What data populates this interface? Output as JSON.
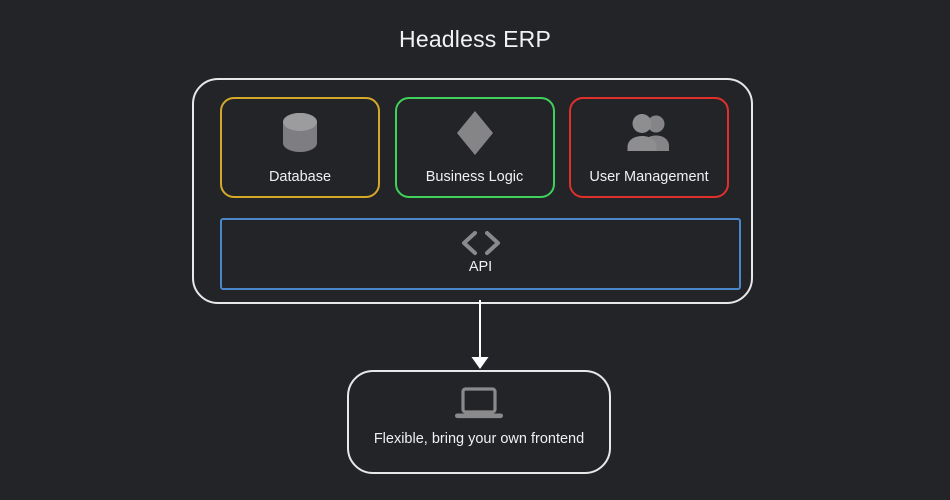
{
  "page": {
    "title": "Headless ERP",
    "background_color": "#232428",
    "text_color": "#F0F0F1",
    "icon_color": "#8A8A8C"
  },
  "backend": {
    "container_name": "headless-erp-backend",
    "border_color": "#E8E8E8",
    "modules": [
      {
        "id": "database",
        "label": "Database",
        "icon": "database-cylinder-icon",
        "border_color": "#D4A829"
      },
      {
        "id": "business-logic",
        "label": "Business Logic",
        "icon": "diamond-icon",
        "border_color": "#3FD159"
      },
      {
        "id": "user-management",
        "label": "User Management",
        "icon": "users-group-icon",
        "border_color": "#E0302B"
      }
    ],
    "api": {
      "id": "api",
      "label": "API",
      "icon": "code-brackets-icon",
      "border_color": "#4A87C8"
    }
  },
  "connector": {
    "name": "api-to-frontend-arrow",
    "direction": "down",
    "color": "#FFFFFF"
  },
  "frontend": {
    "id": "frontend",
    "label": "Flexible, bring your own frontend",
    "icon": "laptop-icon",
    "border_color": "#E8E8E8"
  }
}
